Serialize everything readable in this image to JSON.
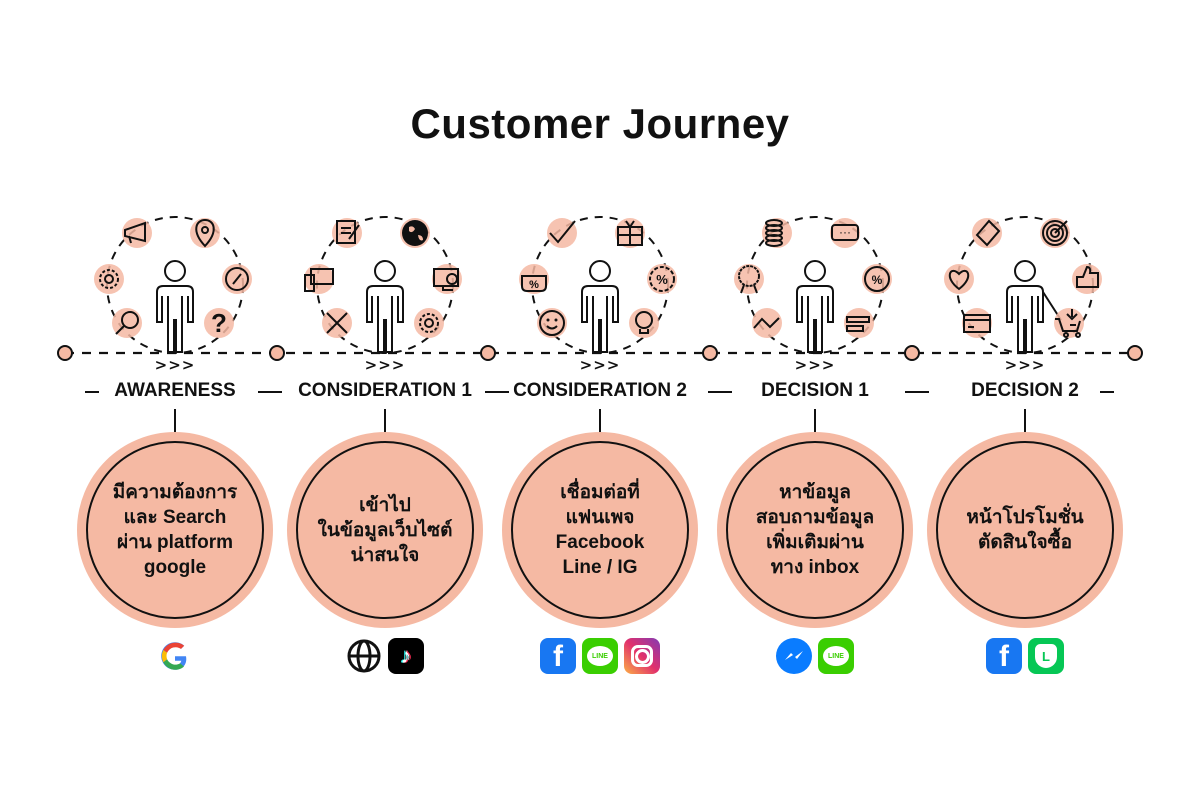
{
  "title": "Customer Journey",
  "colors": {
    "accent": "#f5b9a3",
    "line": "#111111",
    "facebook": "#1877f2",
    "line_app": "#3ace01"
  },
  "stages": [
    {
      "label": "AWARENESS",
      "description": "มีความต้องการ\nและ Search\nผ่าน platform\ngoogle",
      "arrows": ">>>",
      "orbit_icons": [
        "megaphone-icon",
        "location-pin-icon",
        "compass-icon",
        "question-icon",
        "magnifier-icon",
        "gear-icon"
      ],
      "channels": [
        "google-icon"
      ]
    },
    {
      "label": "CONSIDERATION 1",
      "description": "เข้าไป\nในข้อมูลเว็บไซต์\nน่าสนใจ",
      "arrows": ">>>",
      "orbit_icons": [
        "notepad-pencil-icon",
        "globe-icon",
        "monitor-search-icon",
        "gears-icon",
        "tools-icon",
        "devices-icon"
      ],
      "channels": [
        "website-globe-icon",
        "tiktok-icon"
      ]
    },
    {
      "label": "CONSIDERATION 2",
      "description": "เชื่อมต่อที่\nแฟนเพจ\nFacebook\nLine / IG",
      "arrows": ">>>",
      "orbit_icons": [
        "checkmark-icon",
        "gift-icon",
        "discount-badge-icon",
        "lightbulb-icon",
        "smiley-icon",
        "purse-percent-icon"
      ],
      "channels": [
        "facebook-icon",
        "line-icon",
        "instagram-icon"
      ]
    },
    {
      "label": "DECISION 1",
      "description": "หาข้อมูล\nสอบถามข้อมูล\nเพิ่มเติมผ่าน\nทาง inbox",
      "arrows": ">>>",
      "orbit_icons": [
        "coins-icon",
        "chat-bubble-icon",
        "percent-chart-icon",
        "bars-icon",
        "line-graph-icon",
        "award-ribbon-icon"
      ],
      "channels": [
        "messenger-icon",
        "line-icon"
      ]
    },
    {
      "label": "DECISION 2",
      "description": "หน้าโปรโมชั่น\nตัดสินใจซื้อ",
      "arrows": ">>>",
      "orbit_icons": [
        "price-tag-icon",
        "target-icon",
        "thumbs-up-icon",
        "cart-add-icon",
        "credit-card-icon",
        "heart-icon"
      ],
      "channels": [
        "facebook-icon",
        "line-official-icon"
      ]
    }
  ],
  "channel_glyphs": {
    "line_text": "LINE",
    "line_official_text": "L",
    "facebook_text": "f",
    "tiktok_text": "♪"
  }
}
